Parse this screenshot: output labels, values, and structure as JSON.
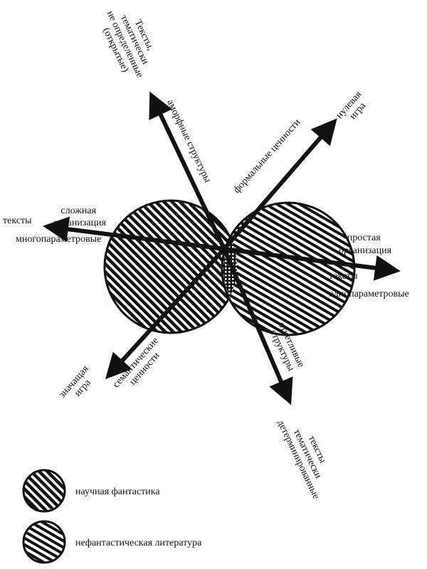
{
  "axes": {
    "structures": {
      "top_label": "аморфные структуры",
      "top_end": [
        "Тексты,",
        "тематически",
        "не определенные",
        "(открытые)"
      ],
      "bottom_label": [
        "отчетливые",
        "структуры"
      ],
      "bottom_end": [
        "тексты",
        "тематически",
        "детерминированные"
      ]
    },
    "values": {
      "top_label": "формальные ценности",
      "top_end": [
        "нулевая",
        "игра"
      ],
      "bottom_label": [
        "семантические",
        "ценности"
      ],
      "bottom_end": [
        "значащая",
        "игра"
      ]
    },
    "organization": {
      "left_label": [
        "сложная",
        "организация"
      ],
      "left_end": [
        "тексты",
        "многопараметровые"
      ],
      "right_label": [
        "простая",
        "организация"
      ],
      "right_end": [
        "тексты",
        "однопараметровые"
      ]
    }
  },
  "legend": [
    {
      "label": "научная фантастика"
    },
    {
      "label": "нефантастическая литература"
    }
  ],
  "colors": {
    "ink": "#111111",
    "paper": "#ffffff"
  }
}
